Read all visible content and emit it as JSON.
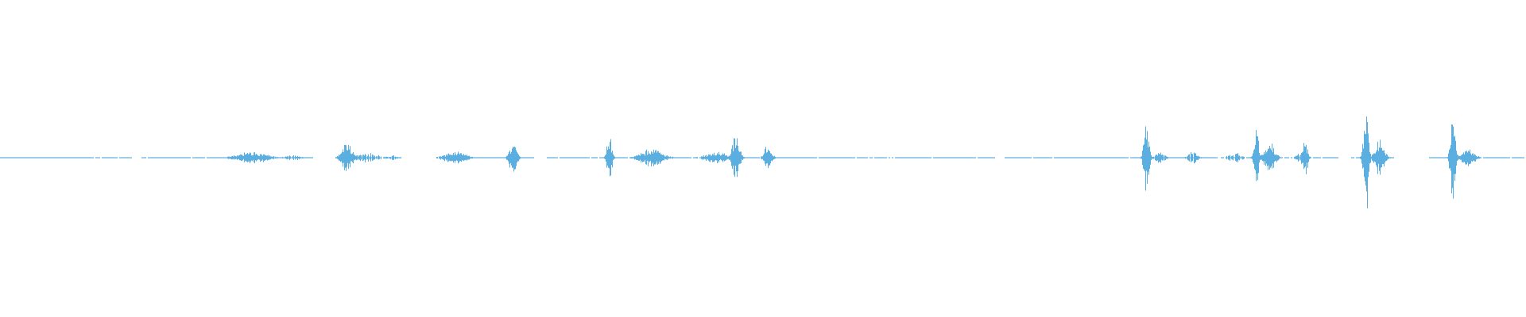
{
  "waveform": {
    "color": "#5aaee0",
    "max_amplitude": 1.0,
    "duration_fraction_bursts": [
      {
        "t": 0.165,
        "amp": 0.08,
        "spread": 0.012,
        "density": 0.8
      },
      {
        "t": 0.192,
        "amp": 0.04,
        "spread": 0.006,
        "density": 0.6
      },
      {
        "t": 0.227,
        "amp": 0.24,
        "spread": 0.004,
        "density": 1.0
      },
      {
        "t": 0.241,
        "amp": 0.06,
        "spread": 0.01,
        "density": 0.6
      },
      {
        "t": 0.258,
        "amp": 0.04,
        "spread": 0.004,
        "density": 0.5
      },
      {
        "t": 0.298,
        "amp": 0.08,
        "spread": 0.009,
        "density": 0.8
      },
      {
        "t": 0.336,
        "amp": 0.22,
        "spread": 0.003,
        "density": 1.0
      },
      {
        "t": 0.399,
        "amp": 0.38,
        "spread": 0.002,
        "density": 1.0
      },
      {
        "t": 0.427,
        "amp": 0.12,
        "spread": 0.009,
        "density": 0.9
      },
      {
        "t": 0.47,
        "amp": 0.07,
        "spread": 0.01,
        "density": 0.8
      },
      {
        "t": 0.482,
        "amp": 0.3,
        "spread": 0.003,
        "density": 1.0
      },
      {
        "t": 0.503,
        "amp": 0.18,
        "spread": 0.003,
        "density": 0.9
      },
      {
        "t": 0.751,
        "amp": 0.48,
        "spread": 0.002,
        "density": 1.0
      },
      {
        "t": 0.76,
        "amp": 0.08,
        "spread": 0.004,
        "density": 0.7
      },
      {
        "t": 0.782,
        "amp": 0.09,
        "spread": 0.004,
        "density": 0.7
      },
      {
        "t": 0.809,
        "amp": 0.07,
        "spread": 0.005,
        "density": 0.6
      },
      {
        "t": 0.823,
        "amp": 0.38,
        "spread": 0.002,
        "density": 1.0
      },
      {
        "t": 0.832,
        "amp": 0.22,
        "spread": 0.004,
        "density": 0.9
      },
      {
        "t": 0.853,
        "amp": 0.08,
        "spread": 0.004,
        "density": 0.7
      },
      {
        "t": 0.855,
        "amp": 0.28,
        "spread": 0.002,
        "density": 0.9
      },
      {
        "t": 0.895,
        "amp": 0.72,
        "spread": 0.002,
        "density": 1.0
      },
      {
        "t": 0.904,
        "amp": 0.22,
        "spread": 0.004,
        "density": 0.9
      },
      {
        "t": 0.952,
        "amp": 0.72,
        "spread": 0.002,
        "density": 1.0
      },
      {
        "t": 0.962,
        "amp": 0.12,
        "spread": 0.005,
        "density": 0.8
      }
    ],
    "baseline_gaps": [
      [
        0.086,
        0.092
      ],
      [
        0.205,
        0.222
      ],
      [
        0.262,
        0.293
      ],
      [
        0.35,
        0.358
      ],
      [
        0.652,
        0.658
      ],
      [
        0.878,
        0.885
      ],
      [
        0.913,
        0.935
      ]
    ]
  }
}
